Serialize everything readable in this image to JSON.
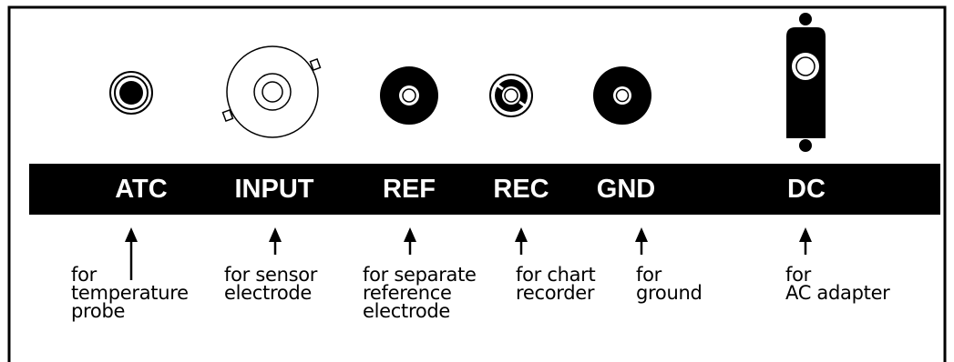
{
  "colors": {
    "ink": "#000000",
    "paper": "#ffffff"
  },
  "connectors": [
    {
      "id": "atc",
      "label": "ATC",
      "icon": "jack-icon",
      "description": [
        "for",
        "temperature",
        "probe"
      ]
    },
    {
      "id": "input",
      "label": "INPUT",
      "icon": "bnc-connector-icon",
      "description": [
        "for sensor",
        "electrode"
      ]
    },
    {
      "id": "ref",
      "label": "REF",
      "icon": "pin-jack-icon",
      "description": [
        "for separate",
        "reference",
        "electrode"
      ]
    },
    {
      "id": "rec",
      "label": "REC",
      "icon": "recorder-jack-icon",
      "description": [
        "for chart",
        "recorder"
      ]
    },
    {
      "id": "gnd",
      "label": "GND",
      "icon": "pin-jack-icon",
      "description": [
        "for",
        "ground"
      ]
    },
    {
      "id": "dc",
      "label": "DC",
      "icon": "dc-socket-icon",
      "description": [
        "for",
        "AC adapter"
      ]
    }
  ]
}
